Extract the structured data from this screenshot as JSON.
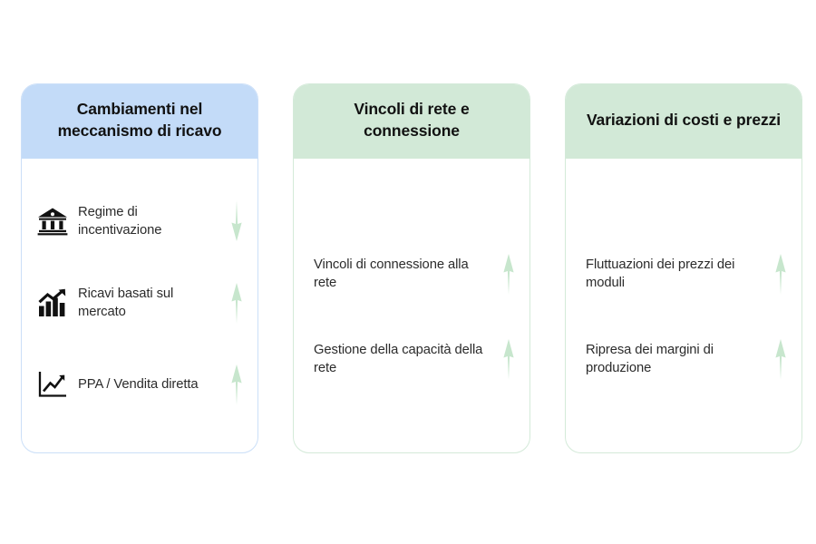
{
  "theme": {
    "header_blue": "#c3dbf8",
    "header_green": "#d2e9d7",
    "border_blue": "#cbdff8",
    "border_green": "#d4ead9",
    "arrow_green": "#c7e6cd",
    "text_dark": "#2b2b2b",
    "page_bg": "#ffffff"
  },
  "cards": [
    {
      "id": "card-revenue-mechanism",
      "accent": "blue",
      "title": "Cambiamenti nel meccanismo di ricavo",
      "has_icons": true,
      "items": [
        {
          "icon": "bank-icon",
          "label": "Regime di incentivazione",
          "trend": "down"
        },
        {
          "icon": "bar-chart-icon",
          "label": "Ricavi basati sul mercato",
          "trend": "up"
        },
        {
          "icon": "line-chart-icon",
          "label": "PPA / Vendita diretta",
          "trend": "up"
        }
      ]
    },
    {
      "id": "card-grid-constraints",
      "accent": "green",
      "title": "Vincoli di rete e connessione",
      "has_icons": false,
      "items": [
        {
          "icon": "",
          "label": "Vincoli di connessione alla rete",
          "trend": "up"
        },
        {
          "icon": "",
          "label": "Gestione della capacità della rete",
          "trend": "up"
        }
      ]
    },
    {
      "id": "card-cost-price-variations",
      "accent": "green",
      "title": "Variazioni di costi e prezzi",
      "has_icons": false,
      "items": [
        {
          "icon": "",
          "label": "Fluttuazioni dei prezzi dei moduli",
          "trend": "up"
        },
        {
          "icon": "",
          "label": "Ripresa dei margini di produzione",
          "trend": "up"
        }
      ]
    }
  ]
}
